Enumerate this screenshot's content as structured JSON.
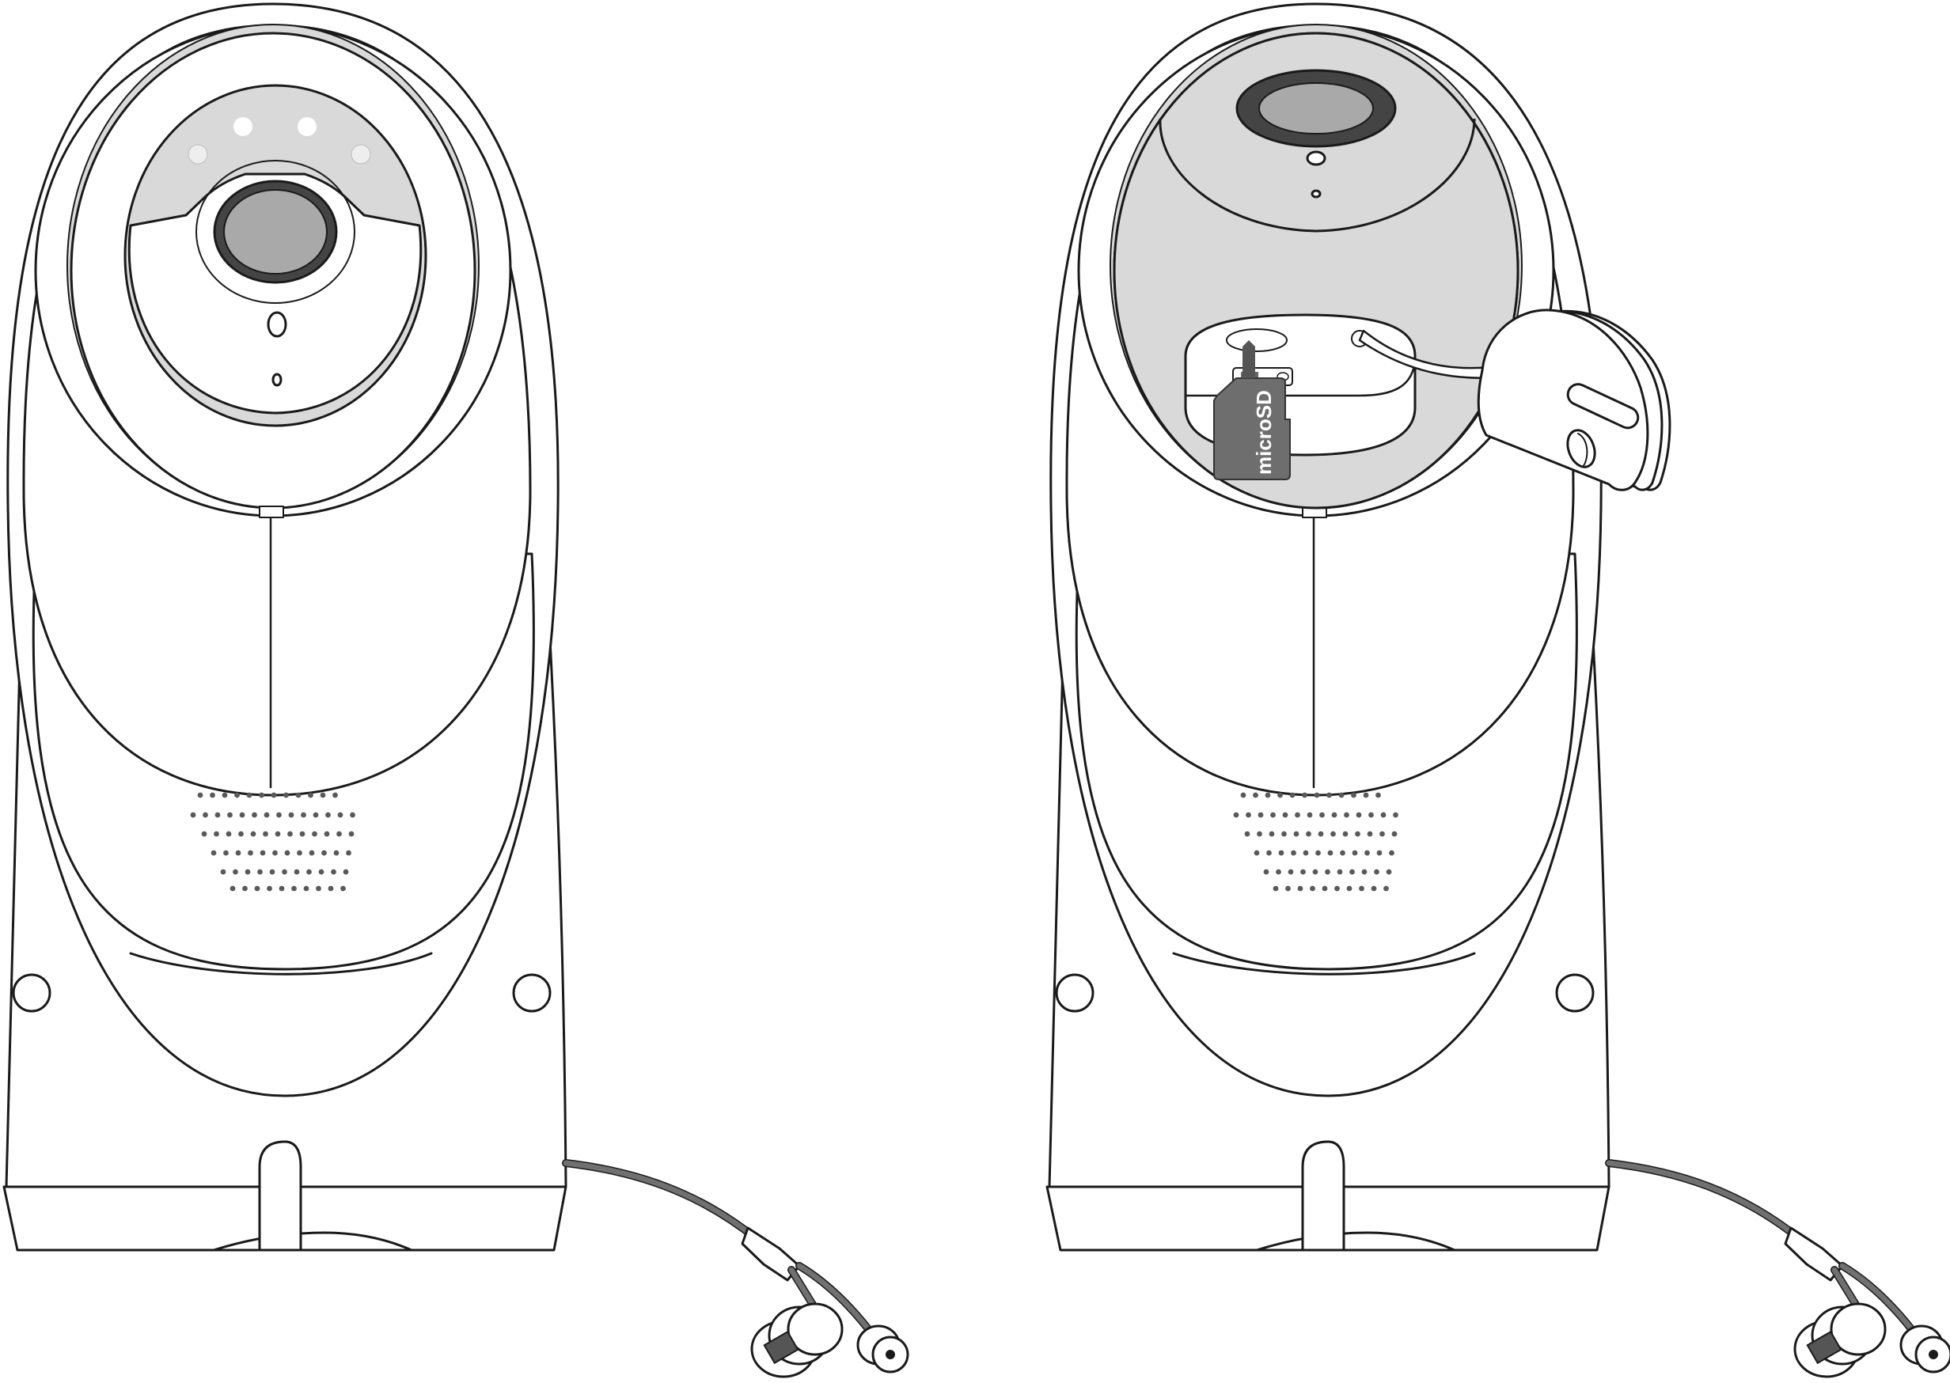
{
  "figure": {
    "views": [
      {
        "id": "front-view",
        "state": "cover-closed"
      },
      {
        "id": "open-view",
        "state": "cover-open"
      }
    ],
    "sd_card_label": "microSD",
    "colors": {
      "outline": "#1a1a1a",
      "body": "#ffffff",
      "face_panel": "#d9d9d9",
      "lens_ring": "#444444",
      "lens_glass": "#a9a9a9",
      "sd_card": "#6e6e6e",
      "cable": "#707070"
    }
  }
}
